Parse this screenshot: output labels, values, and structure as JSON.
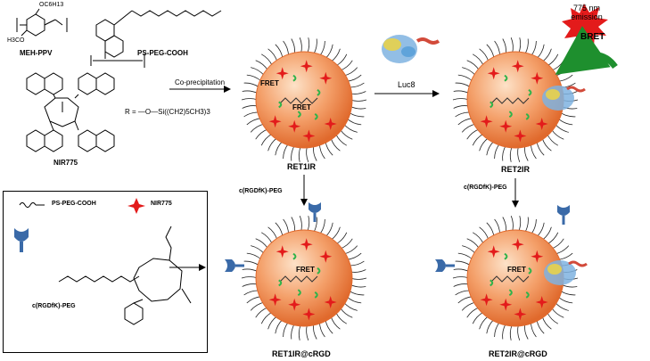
{
  "labels": {
    "meh_ppv": "MEH-PPV",
    "meh_ppv_sub1": "OC6H13",
    "meh_ppv_sub2": "H3CO",
    "ps_peg_cooh": "PS-PEG-COOH",
    "nir775": "NIR775",
    "r_group": "R = —O—Si((CH2)5CH3)3",
    "co_precipitation": "Co-precipitation",
    "luc8": "Luc8",
    "fret": "FRET",
    "emission": "775 nm emission",
    "bret": "BRET",
    "ret1ir": "RET1IR",
    "ret2ir": "RET2IR",
    "crgd_peg": "c(RGDfK)-PEG",
    "ret1ir_crgd": "RET1IR@cRGD",
    "ret2ir_crgd": "RET2IR@cRGD",
    "legend_ps_peg": "PS-PEG-COOH",
    "legend_nir775": "NIR775",
    "legend_crgd": "c(RGDfK)-PEG"
  },
  "colors": {
    "particle_core": "#f4a06a",
    "particle_edge": "#e0692c",
    "star": "#e31b1b",
    "crescent": "#2fb34a",
    "ligand": "#3a6aa8",
    "bret_arrow": "#1e8f2e",
    "burst": "#e31b1b",
    "protein_a": "#7fb3e0",
    "protein_b": "#e8d24a",
    "protein_c": "#d24a3a"
  }
}
